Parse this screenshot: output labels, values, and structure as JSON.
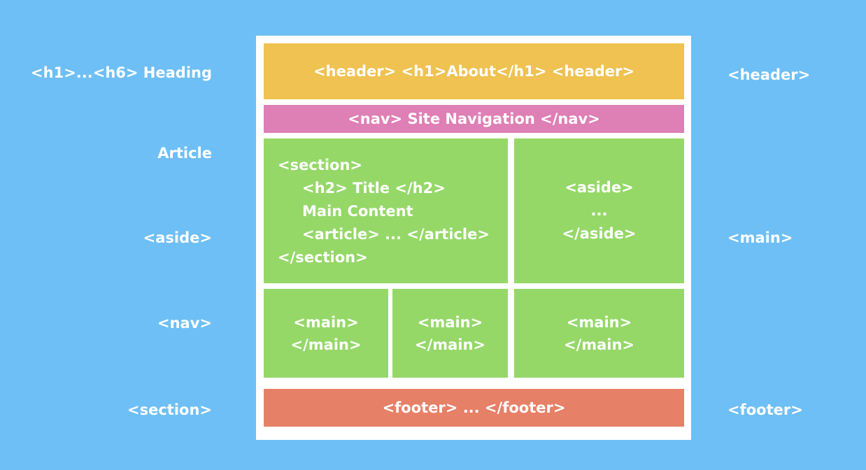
{
  "left_labels": {
    "heading": "<h1>...<h6> Heading",
    "article": "Article",
    "aside": "<aside>",
    "nav": "<nav>",
    "section": "<section>"
  },
  "right_labels": {
    "header": "<header>",
    "main": "<main>",
    "footer": "<footer>"
  },
  "layout": {
    "header_box": "<header> <h1>About</h1> <header>",
    "nav_box": "<nav> Site Navigation </nav>",
    "section_box": {
      "open": "<section>",
      "title": "<h2> Title </h2>",
      "content": "Main Content",
      "article": "<article> ... </article>",
      "close": "</section>"
    },
    "aside_box": {
      "open": "<aside>",
      "ellipsis": "...",
      "close": "</aside>"
    },
    "main_boxes": [
      {
        "open": "<main>",
        "close": "</main>"
      },
      {
        "open": "<main>",
        "close": "</main>"
      },
      {
        "open": "<main>",
        "close": "</main>"
      }
    ],
    "footer_box": "<footer> ... </footer>"
  },
  "colors": {
    "background": "#6ebff5",
    "header": "#efc251",
    "nav": "#de7fb5",
    "content": "#95d868",
    "footer": "#e68067"
  }
}
